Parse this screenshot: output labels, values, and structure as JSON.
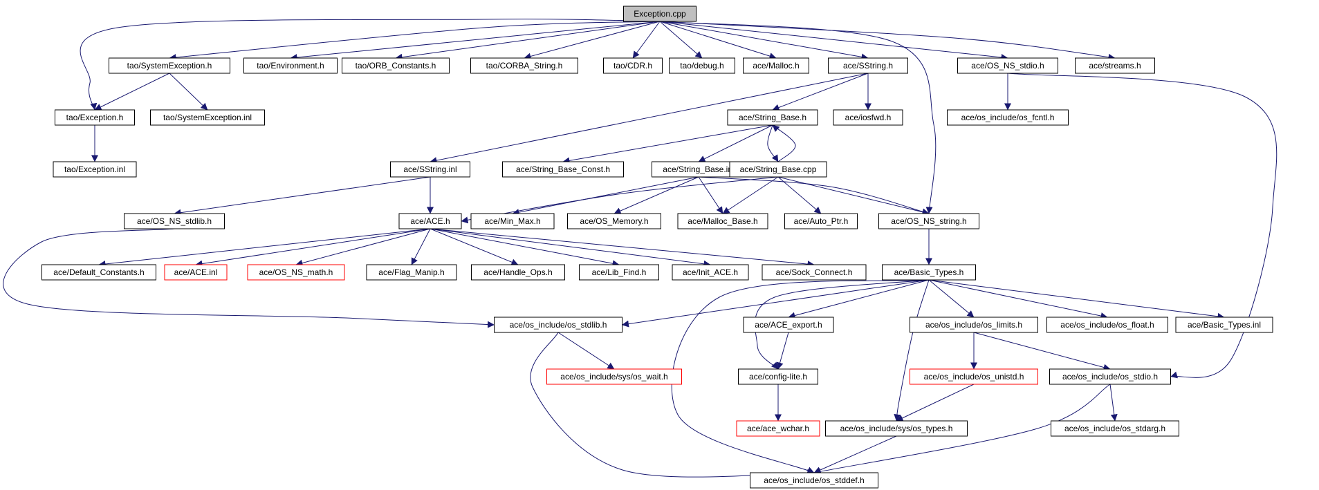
{
  "diagram": {
    "colors": {
      "edge": "#191970",
      "node_border": "#000000",
      "node_border_missing": "#ff0000",
      "root_fill": "#bfbfbf",
      "node_fill": "#ffffff",
      "text": "#000000"
    },
    "root": "exception_cpp",
    "nodes": [
      {
        "id": "exception_cpp",
        "label": "Exception.cpp",
        "kind": "root"
      },
      {
        "id": "tao_systemexception_h",
        "label": "tao/SystemException.h"
      },
      {
        "id": "tao_environment_h",
        "label": "tao/Environment.h"
      },
      {
        "id": "tao_orb_constants_h",
        "label": "tao/ORB_Constants.h"
      },
      {
        "id": "tao_corba_string_h",
        "label": "tao/CORBA_String.h"
      },
      {
        "id": "tao_cdr_h",
        "label": "tao/CDR.h"
      },
      {
        "id": "tao_debug_h",
        "label": "tao/debug.h"
      },
      {
        "id": "ace_malloc_h",
        "label": "ace/Malloc.h"
      },
      {
        "id": "ace_sstring_h",
        "label": "ace/SString.h"
      },
      {
        "id": "ace_os_ns_stdio_h",
        "label": "ace/OS_NS_stdio.h"
      },
      {
        "id": "ace_streams_h",
        "label": "ace/streams.h"
      },
      {
        "id": "tao_exception_h",
        "label": "tao/Exception.h"
      },
      {
        "id": "tao_systemexception_inl",
        "label": "tao/SystemException.inl"
      },
      {
        "id": "ace_string_base_h",
        "label": "ace/String_Base.h"
      },
      {
        "id": "ace_iosfwd_h",
        "label": "ace/iosfwd.h"
      },
      {
        "id": "ace_os_include_os_fcntl_h",
        "label": "ace/os_include/os_fcntl.h"
      },
      {
        "id": "tao_exception_inl",
        "label": "tao/Exception.inl"
      },
      {
        "id": "ace_sstring_inl",
        "label": "ace/SString.inl"
      },
      {
        "id": "ace_string_base_const_h",
        "label": "ace/String_Base_Const.h"
      },
      {
        "id": "ace_string_base_inl",
        "label": "ace/String_Base.inl"
      },
      {
        "id": "ace_string_base_cpp",
        "label": "ace/String_Base.cpp"
      },
      {
        "id": "ace_os_ns_stdlib_h",
        "label": "ace/OS_NS_stdlib.h"
      },
      {
        "id": "ace_ace_h",
        "label": "ace/ACE.h"
      },
      {
        "id": "ace_min_max_h",
        "label": "ace/Min_Max.h"
      },
      {
        "id": "ace_os_memory_h",
        "label": "ace/OS_Memory.h"
      },
      {
        "id": "ace_malloc_base_h",
        "label": "ace/Malloc_Base.h"
      },
      {
        "id": "ace_auto_ptr_h",
        "label": "ace/Auto_Ptr.h"
      },
      {
        "id": "ace_os_ns_string_h",
        "label": "ace/OS_NS_string.h"
      },
      {
        "id": "ace_default_constants_h",
        "label": "ace/Default_Constants.h"
      },
      {
        "id": "ace_ace_inl",
        "label": "ace/ACE.inl",
        "kind": "missing"
      },
      {
        "id": "ace_os_ns_math_h",
        "label": "ace/OS_NS_math.h",
        "kind": "missing"
      },
      {
        "id": "ace_flag_manip_h",
        "label": "ace/Flag_Manip.h"
      },
      {
        "id": "ace_handle_ops_h",
        "label": "ace/Handle_Ops.h"
      },
      {
        "id": "ace_lib_find_h",
        "label": "ace/Lib_Find.h"
      },
      {
        "id": "ace_init_ace_h",
        "label": "ace/Init_ACE.h"
      },
      {
        "id": "ace_sock_connect_h",
        "label": "ace/Sock_Connect.h"
      },
      {
        "id": "ace_basic_types_h",
        "label": "ace/Basic_Types.h"
      },
      {
        "id": "ace_os_include_os_stdlib_h",
        "label": "ace/os_include/os_stdlib.h"
      },
      {
        "id": "ace_ace_export_h",
        "label": "ace/ACE_export.h"
      },
      {
        "id": "ace_os_include_os_limits_h",
        "label": "ace/os_include/os_limits.h"
      },
      {
        "id": "ace_os_include_os_float_h",
        "label": "ace/os_include/os_float.h"
      },
      {
        "id": "ace_basic_types_inl",
        "label": "ace/Basic_Types.inl"
      },
      {
        "id": "ace_os_include_sys_os_wait_h",
        "label": "ace/os_include/sys/os_wait.h",
        "kind": "missing"
      },
      {
        "id": "ace_config_lite_h",
        "label": "ace/config-lite.h"
      },
      {
        "id": "ace_os_include_os_unistd_h",
        "label": "ace/os_include/os_unistd.h",
        "kind": "missing"
      },
      {
        "id": "ace_os_include_os_stdio_h",
        "label": "ace/os_include/os_stdio.h"
      },
      {
        "id": "ace_ace_wchar_h",
        "label": "ace/ace_wchar.h",
        "kind": "missing"
      },
      {
        "id": "ace_os_include_sys_os_types_h",
        "label": "ace/os_include/sys/os_types.h"
      },
      {
        "id": "ace_os_include_os_stdarg_h",
        "label": "ace/os_include/os_stdarg.h"
      },
      {
        "id": "ace_os_include_os_stddef_h",
        "label": "ace/os_include/os_stddef.h"
      }
    ],
    "edges": [
      {
        "from": "exception_cpp",
        "to": "tao_systemexception_h"
      },
      {
        "from": "exception_cpp",
        "to": "tao_environment_h"
      },
      {
        "from": "exception_cpp",
        "to": "tao_orb_constants_h"
      },
      {
        "from": "exception_cpp",
        "to": "tao_corba_string_h"
      },
      {
        "from": "exception_cpp",
        "to": "tao_cdr_h"
      },
      {
        "from": "exception_cpp",
        "to": "tao_debug_h"
      },
      {
        "from": "exception_cpp",
        "to": "ace_malloc_h"
      },
      {
        "from": "exception_cpp",
        "to": "ace_sstring_h"
      },
      {
        "from": "exception_cpp",
        "to": "ace_os_ns_stdio_h"
      },
      {
        "from": "exception_cpp",
        "to": "ace_streams_h"
      },
      {
        "from": "exception_cpp",
        "to": "tao_exception_h"
      },
      {
        "from": "exception_cpp",
        "to": "ace_os_ns_string_h"
      },
      {
        "from": "tao_systemexception_h",
        "to": "tao_exception_h"
      },
      {
        "from": "tao_systemexception_h",
        "to": "tao_systemexception_inl"
      },
      {
        "from": "tao_exception_h",
        "to": "tao_exception_inl"
      },
      {
        "from": "ace_sstring_h",
        "to": "ace_string_base_h"
      },
      {
        "from": "ace_sstring_h",
        "to": "ace_iosfwd_h"
      },
      {
        "from": "ace_sstring_h",
        "to": "ace_sstring_inl"
      },
      {
        "from": "ace_os_ns_stdio_h",
        "to": "ace_os_include_os_fcntl_h"
      },
      {
        "from": "ace_os_ns_stdio_h",
        "to": "ace_os_include_os_stdio_h"
      },
      {
        "from": "ace_string_base_h",
        "to": "ace_string_base_const_h"
      },
      {
        "from": "ace_string_base_h",
        "to": "ace_string_base_inl"
      },
      {
        "from": "ace_string_base_h",
        "to": "ace_string_base_cpp"
      },
      {
        "from": "ace_string_base_cpp",
        "to": "ace_string_base_h"
      },
      {
        "from": "ace_sstring_inl",
        "to": "ace_os_ns_stdlib_h"
      },
      {
        "from": "ace_sstring_inl",
        "to": "ace_ace_h"
      },
      {
        "from": "ace_string_base_inl",
        "to": "ace_min_max_h"
      },
      {
        "from": "ace_string_base_inl",
        "to": "ace_os_memory_h"
      },
      {
        "from": "ace_string_base_inl",
        "to": "ace_malloc_base_h"
      },
      {
        "from": "ace_string_base_inl",
        "to": "ace_os_ns_string_h"
      },
      {
        "from": "ace_string_base_cpp",
        "to": "ace_ace_h"
      },
      {
        "from": "ace_string_base_cpp",
        "to": "ace_malloc_base_h"
      },
      {
        "from": "ace_string_base_cpp",
        "to": "ace_auto_ptr_h"
      },
      {
        "from": "ace_string_base_cpp",
        "to": "ace_os_ns_string_h"
      },
      {
        "from": "ace_os_ns_stdlib_h",
        "to": "ace_os_include_os_stdlib_h"
      },
      {
        "from": "ace_ace_h",
        "to": "ace_default_constants_h"
      },
      {
        "from": "ace_ace_h",
        "to": "ace_ace_inl"
      },
      {
        "from": "ace_ace_h",
        "to": "ace_os_ns_math_h"
      },
      {
        "from": "ace_ace_h",
        "to": "ace_flag_manip_h"
      },
      {
        "from": "ace_ace_h",
        "to": "ace_handle_ops_h"
      },
      {
        "from": "ace_ace_h",
        "to": "ace_lib_find_h"
      },
      {
        "from": "ace_ace_h",
        "to": "ace_init_ace_h"
      },
      {
        "from": "ace_ace_h",
        "to": "ace_sock_connect_h"
      },
      {
        "from": "ace_os_ns_string_h",
        "to": "ace_basic_types_h"
      },
      {
        "from": "ace_basic_types_h",
        "to": "ace_os_include_os_stdlib_h"
      },
      {
        "from": "ace_basic_types_h",
        "to": "ace_ace_export_h"
      },
      {
        "from": "ace_basic_types_h",
        "to": "ace_os_include_os_limits_h"
      },
      {
        "from": "ace_basic_types_h",
        "to": "ace_os_include_os_float_h"
      },
      {
        "from": "ace_basic_types_h",
        "to": "ace_basic_types_inl"
      },
      {
        "from": "ace_basic_types_h",
        "to": "ace_config_lite_h"
      },
      {
        "from": "ace_basic_types_h",
        "to": "ace_os_include_sys_os_types_h"
      },
      {
        "from": "ace_basic_types_h",
        "to": "ace_os_include_os_stddef_h"
      },
      {
        "from": "ace_os_include_os_stdlib_h",
        "to": "ace_os_include_sys_os_wait_h"
      },
      {
        "from": "ace_os_include_os_stdlib_h",
        "to": "ace_os_include_os_stddef_h"
      },
      {
        "from": "ace_ace_export_h",
        "to": "ace_config_lite_h"
      },
      {
        "from": "ace_config_lite_h",
        "to": "ace_ace_wchar_h"
      },
      {
        "from": "ace_os_include_os_limits_h",
        "to": "ace_os_include_os_unistd_h"
      },
      {
        "from": "ace_os_include_os_limits_h",
        "to": "ace_os_include_os_stdio_h"
      },
      {
        "from": "ace_os_include_os_unistd_h",
        "to": "ace_os_include_sys_os_types_h"
      },
      {
        "from": "ace_os_include_os_stdio_h",
        "to": "ace_os_include_os_stdarg_h"
      },
      {
        "from": "ace_os_include_os_stdio_h",
        "to": "ace_os_include_os_stddef_h"
      },
      {
        "from": "ace_os_include_sys_os_types_h",
        "to": "ace_os_include_os_stddef_h"
      }
    ]
  }
}
